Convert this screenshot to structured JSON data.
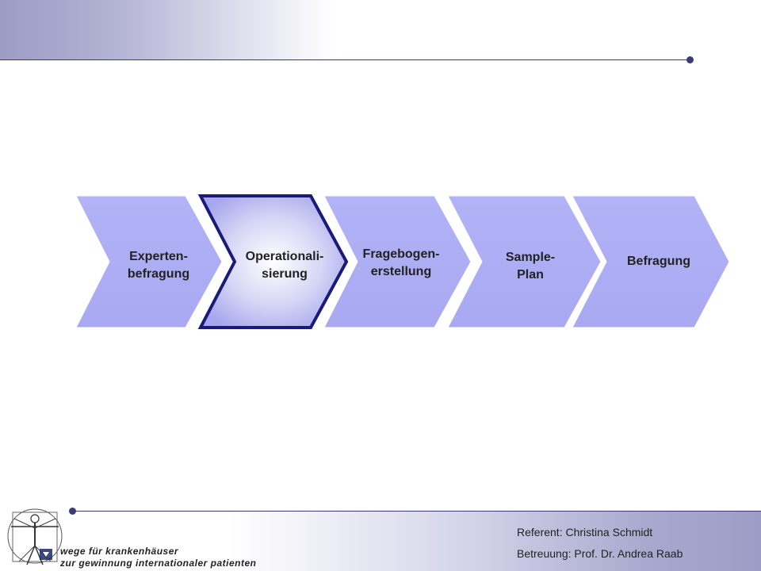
{
  "steps": [
    {
      "label": "Experten-\nbefragung"
    },
    {
      "label": "Operationali-\nsierung"
    },
    {
      "label": "Fragebogen-\nerstellung"
    },
    {
      "label": "Sample-\nPlan"
    },
    {
      "label": "Befragung"
    }
  ],
  "footer": {
    "referent": "Referent: Christina Schmidt",
    "betreuung": "Betreuung: Prof. Dr. Andrea Raab"
  },
  "logo": {
    "line1": "wege für krankenhäuser",
    "line2": "zur gewinnung internationaler patienten"
  },
  "colors": {
    "step_fill": "#aeaef5",
    "active_border": "#1a1a7a",
    "accent_line": "#3a3a78"
  }
}
